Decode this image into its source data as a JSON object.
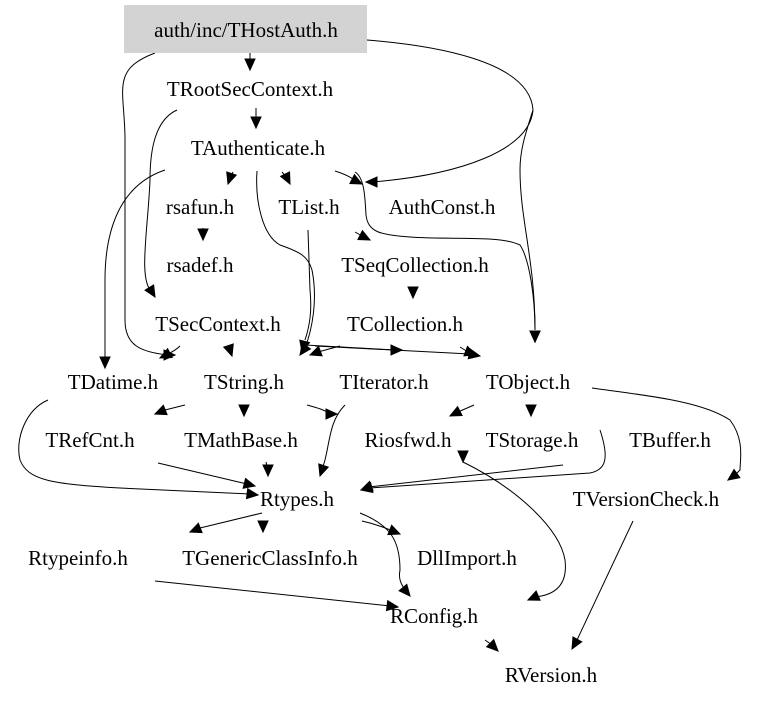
{
  "graph": {
    "title": "auth/inc/THostAuth.h",
    "root": "auth/inc/THostAuth.h",
    "nodes": [
      {
        "id": "THostAuth",
        "label": "auth/inc/THostAuth.h",
        "root": true
      },
      {
        "id": "TRootSecContext",
        "label": "TRootSecContext.h"
      },
      {
        "id": "TAuthenticate",
        "label": "TAuthenticate.h"
      },
      {
        "id": "rsafun",
        "label": "rsafun.h"
      },
      {
        "id": "TList",
        "label": "TList.h"
      },
      {
        "id": "AuthConst",
        "label": "AuthConst.h"
      },
      {
        "id": "rsadef",
        "label": "rsadef.h"
      },
      {
        "id": "TSeqCollection",
        "label": "TSeqCollection.h"
      },
      {
        "id": "TSecContext",
        "label": "TSecContext.h"
      },
      {
        "id": "TCollection",
        "label": "TCollection.h"
      },
      {
        "id": "TDatime",
        "label": "TDatime.h"
      },
      {
        "id": "TString",
        "label": "TString.h"
      },
      {
        "id": "TIterator",
        "label": "TIterator.h"
      },
      {
        "id": "TObject",
        "label": "TObject.h"
      },
      {
        "id": "TRefCnt",
        "label": "TRefCnt.h"
      },
      {
        "id": "TMathBase",
        "label": "TMathBase.h"
      },
      {
        "id": "Riosfwd",
        "label": "Riosfwd.h"
      },
      {
        "id": "TStorage",
        "label": "TStorage.h"
      },
      {
        "id": "TBuffer",
        "label": "TBuffer.h"
      },
      {
        "id": "Rtypes",
        "label": "Rtypes.h"
      },
      {
        "id": "TVersionCheck",
        "label": "TVersionCheck.h"
      },
      {
        "id": "Rtypeinfo",
        "label": "Rtypeinfo.h"
      },
      {
        "id": "TGenericClassInfo",
        "label": "TGenericClassInfo.h"
      },
      {
        "id": "DllImport",
        "label": "DllImport.h"
      },
      {
        "id": "RConfig",
        "label": "RConfig.h"
      },
      {
        "id": "RVersion",
        "label": "RVersion.h"
      }
    ],
    "edges": [
      {
        "from": "THostAuth",
        "to": "TRootSecContext"
      },
      {
        "from": "THostAuth",
        "to": "AuthConst"
      },
      {
        "from": "THostAuth",
        "to": "TString"
      },
      {
        "from": "THostAuth",
        "to": "TObject"
      },
      {
        "from": "TRootSecContext",
        "to": "TAuthenticate"
      },
      {
        "from": "TRootSecContext",
        "to": "TSecContext"
      },
      {
        "from": "TAuthenticate",
        "to": "rsafun"
      },
      {
        "from": "TAuthenticate",
        "to": "TList"
      },
      {
        "from": "TAuthenticate",
        "to": "AuthConst"
      },
      {
        "from": "TAuthenticate",
        "to": "TDatime"
      },
      {
        "from": "TAuthenticate",
        "to": "TString"
      },
      {
        "from": "TAuthenticate",
        "to": "TObject"
      },
      {
        "from": "rsafun",
        "to": "rsadef"
      },
      {
        "from": "TList",
        "to": "TSeqCollection"
      },
      {
        "from": "TList",
        "to": "TString"
      },
      {
        "from": "TSeqCollection",
        "to": "TCollection"
      },
      {
        "from": "TSecContext",
        "to": "TString"
      },
      {
        "from": "TSecContext",
        "to": "TObject"
      },
      {
        "from": "TCollection",
        "to": "TString"
      },
      {
        "from": "TCollection",
        "to": "TIterator"
      },
      {
        "from": "TCollection",
        "to": "TObject"
      },
      {
        "from": "TDatime",
        "to": "Rtypes"
      },
      {
        "from": "TString",
        "to": "TRefCnt"
      },
      {
        "from": "TString",
        "to": "TMathBase"
      },
      {
        "from": "TString",
        "to": "Rtypes"
      },
      {
        "from": "TIterator",
        "to": "Rtypes"
      },
      {
        "from": "TObject",
        "to": "Riosfwd"
      },
      {
        "from": "TObject",
        "to": "TStorage"
      },
      {
        "from": "TObject",
        "to": "Rtypes"
      },
      {
        "from": "TObject",
        "to": "TVersionCheck"
      },
      {
        "from": "TBuffer",
        "to": "TObject"
      },
      {
        "from": "TRefCnt",
        "to": "Rtypes"
      },
      {
        "from": "TMathBase",
        "to": "Rtypes"
      },
      {
        "from": "TStorage",
        "to": "Rtypes"
      },
      {
        "from": "Riosfwd",
        "to": "RConfig"
      },
      {
        "from": "Rtypes",
        "to": "Rtypeinfo"
      },
      {
        "from": "Rtypes",
        "to": "TGenericClassInfo"
      },
      {
        "from": "Rtypes",
        "to": "DllImport"
      },
      {
        "from": "Rtypes",
        "to": "RConfig"
      },
      {
        "from": "Rtypeinfo",
        "to": "RConfig"
      },
      {
        "from": "RConfig",
        "to": "RVersion"
      },
      {
        "from": "TVersionCheck",
        "to": "RVersion"
      }
    ]
  },
  "colors": {
    "root_fill": "#d3d3d3",
    "edge": "#000000",
    "background": "#ffffff"
  }
}
